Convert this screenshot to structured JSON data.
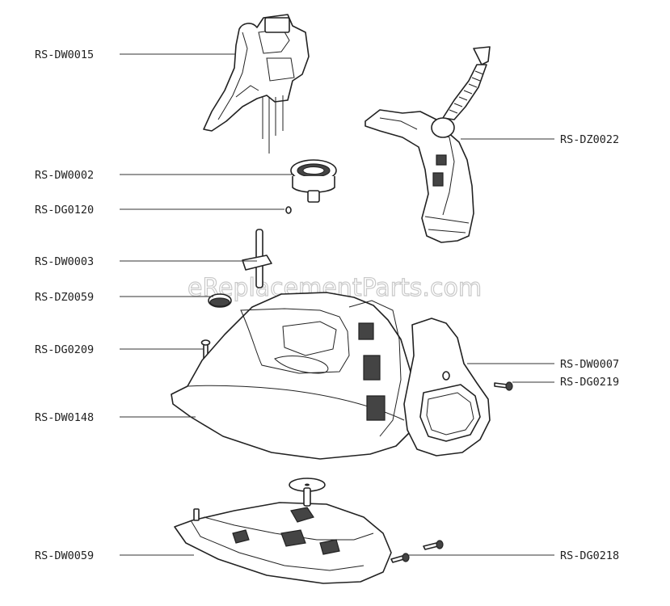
{
  "watermark": "eReplacementParts.com",
  "labels": {
    "dw0015": "RS-DW0015",
    "dw0002": "RS-DW0002",
    "dg0120": "RS-DG0120",
    "dw0003": "RS-DW0003",
    "dz0059": "RS-DZ0059",
    "dg0209": "RS-DG0209",
    "dw0148": "RS-DW0148",
    "dw0059": "RS-DW0059",
    "dz0022": "RS-DZ0022",
    "dw0007": "RS-DW0007",
    "dg0219": "RS-DG0219",
    "dg0218": "RS-DG0218"
  }
}
